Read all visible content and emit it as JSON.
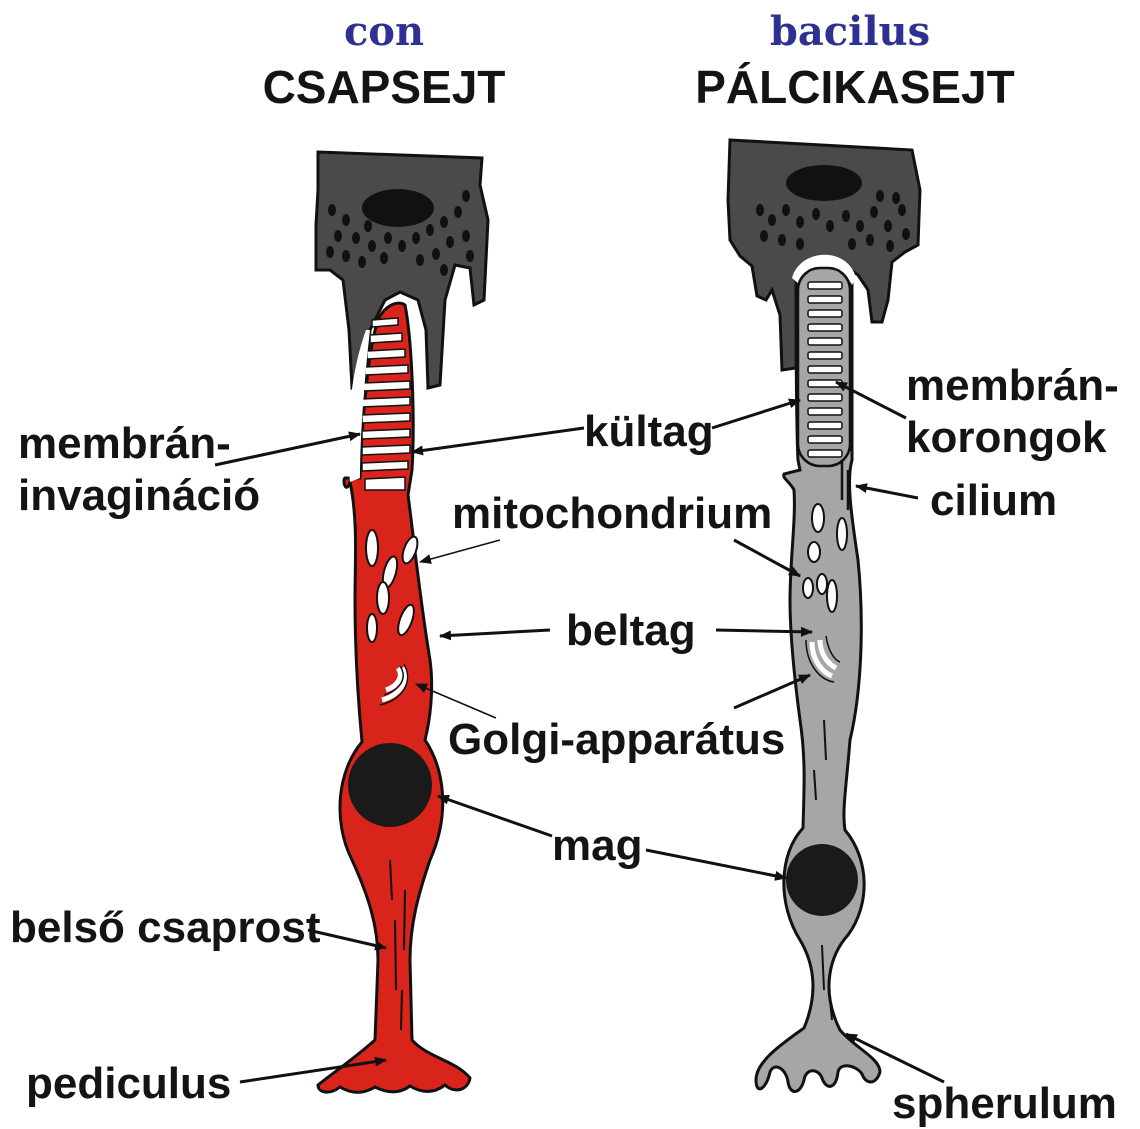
{
  "colors": {
    "cone": "#d9241c",
    "rod": "#a6a6a6",
    "pigment": "#4a4a4a",
    "dark": "#111111",
    "latin_title": "#2e3192"
  },
  "titles": {
    "cone_latin": "con",
    "cone_name": "CSAPSEJT",
    "rod_latin": "bacilus",
    "rod_name": "PÁLCIKASEJT"
  },
  "labels": {
    "membran_invaginacio": [
      "membrán-",
      "invagináció"
    ],
    "kultag": "kültag",
    "membran_korongok": [
      "membrán-",
      "korongok"
    ],
    "cilium": "cilium",
    "mitochondrium": "mitochondrium",
    "beltag": "beltag",
    "golgi": "Golgi-apparátus",
    "mag": "mag",
    "belso_csaprost": "belső csaprost",
    "pediculus": "pediculus",
    "spherulum": "spherulum"
  }
}
